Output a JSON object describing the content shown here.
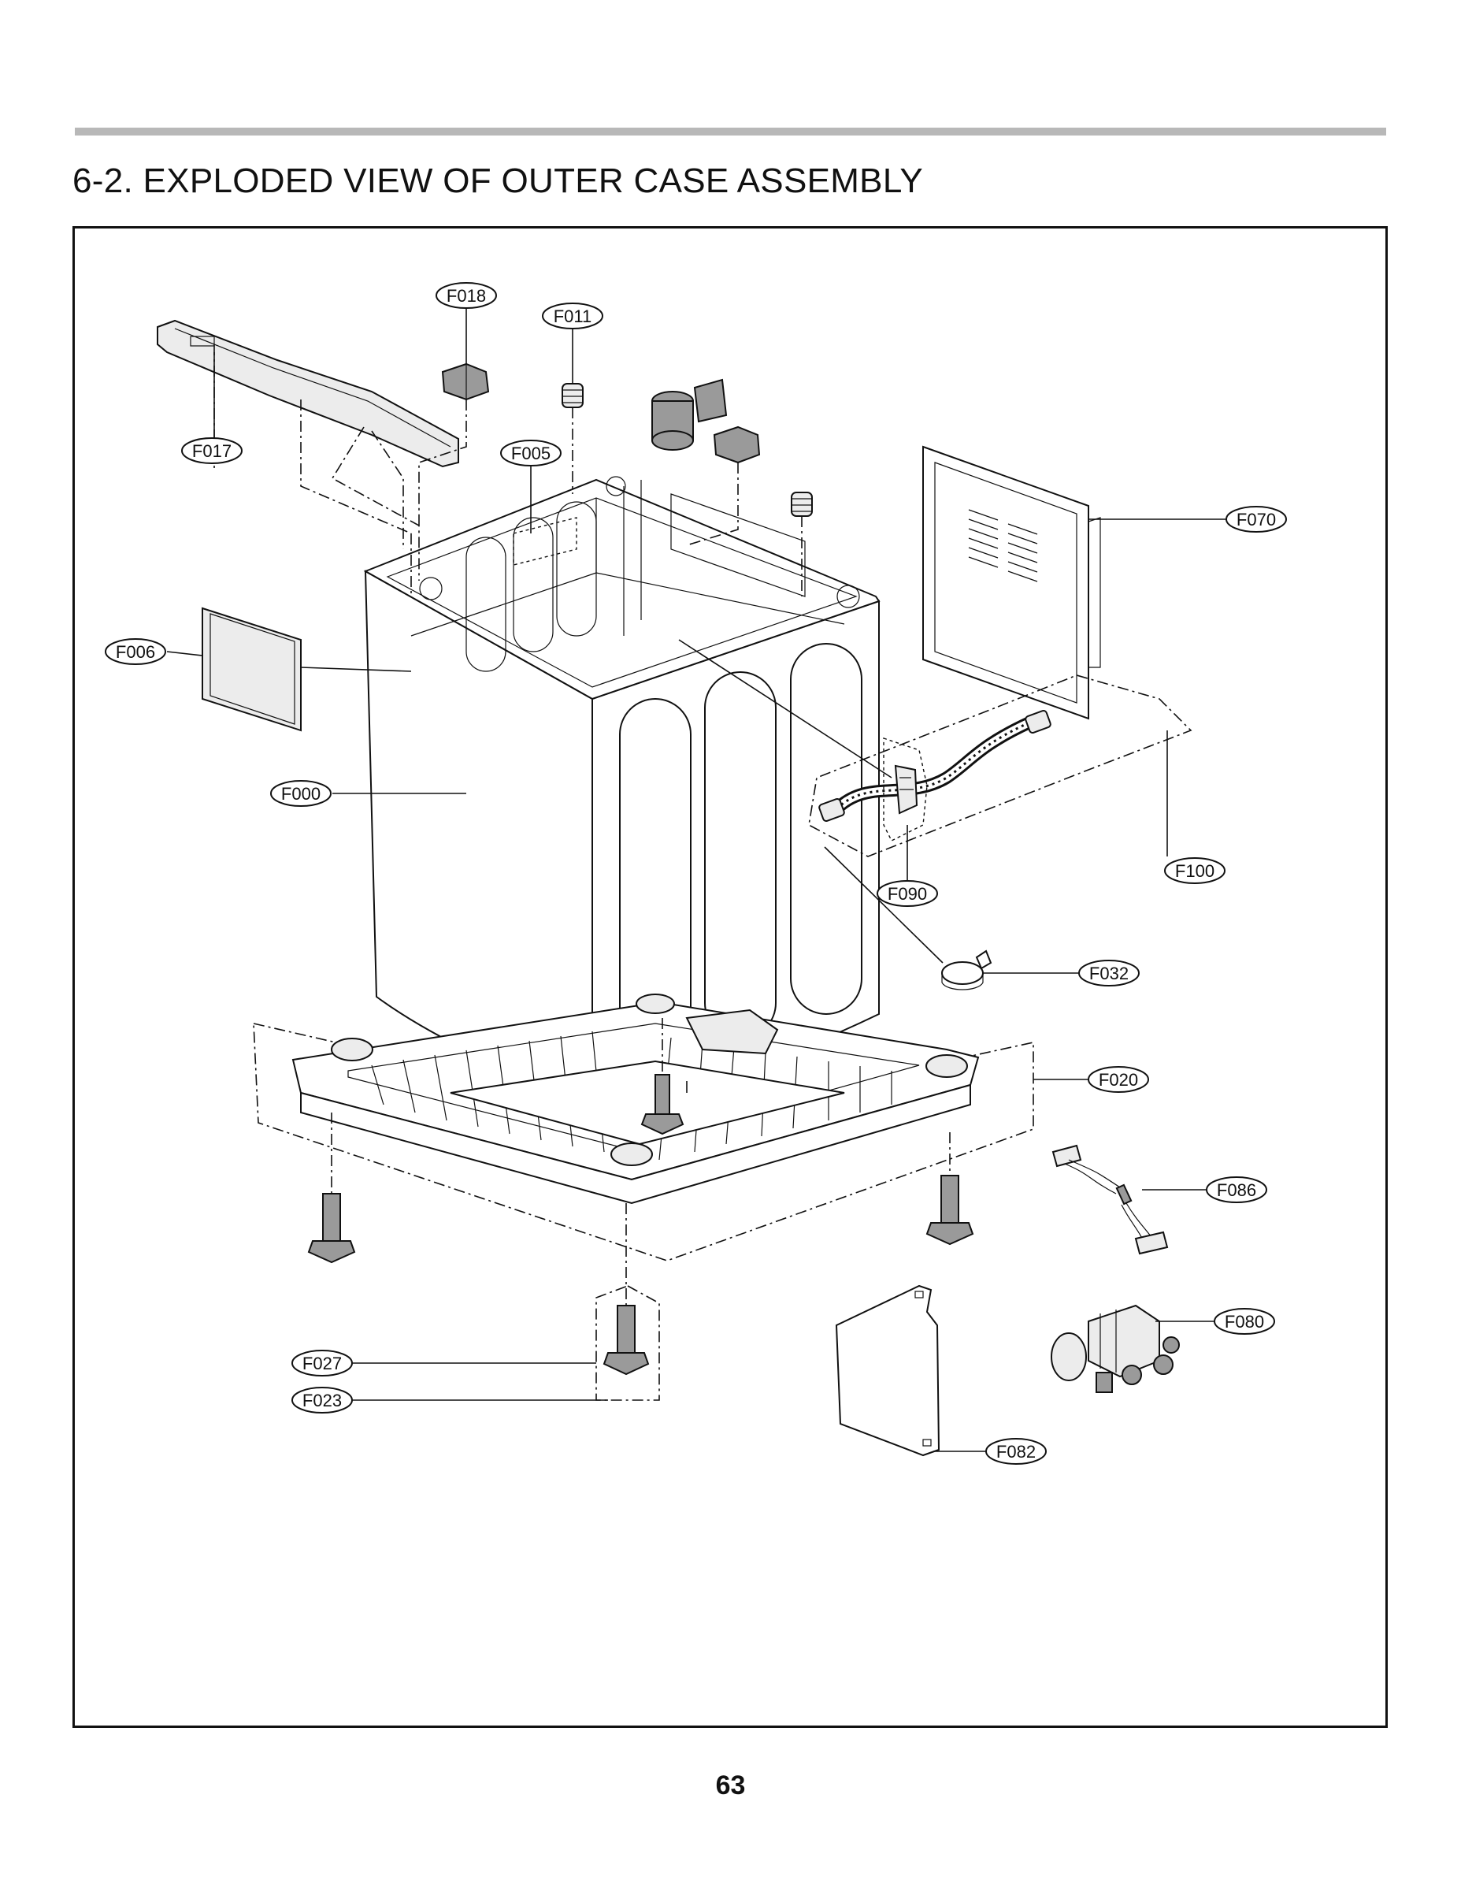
{
  "page": {
    "title": "6-2. EXPLODED VIEW OF OUTER CASE ASSEMBLY",
    "page_number": "63"
  },
  "callouts": {
    "F018": "F018",
    "F011": "F011",
    "F017": "F017",
    "F005": "F005",
    "F070": "F070",
    "F006": "F006",
    "F000": "F000",
    "F100": "F100",
    "F090": "F090",
    "F032": "F032",
    "F020": "F020",
    "F086": "F086",
    "F080": "F080",
    "F027": "F027",
    "F023": "F023",
    "F082": "F082"
  }
}
